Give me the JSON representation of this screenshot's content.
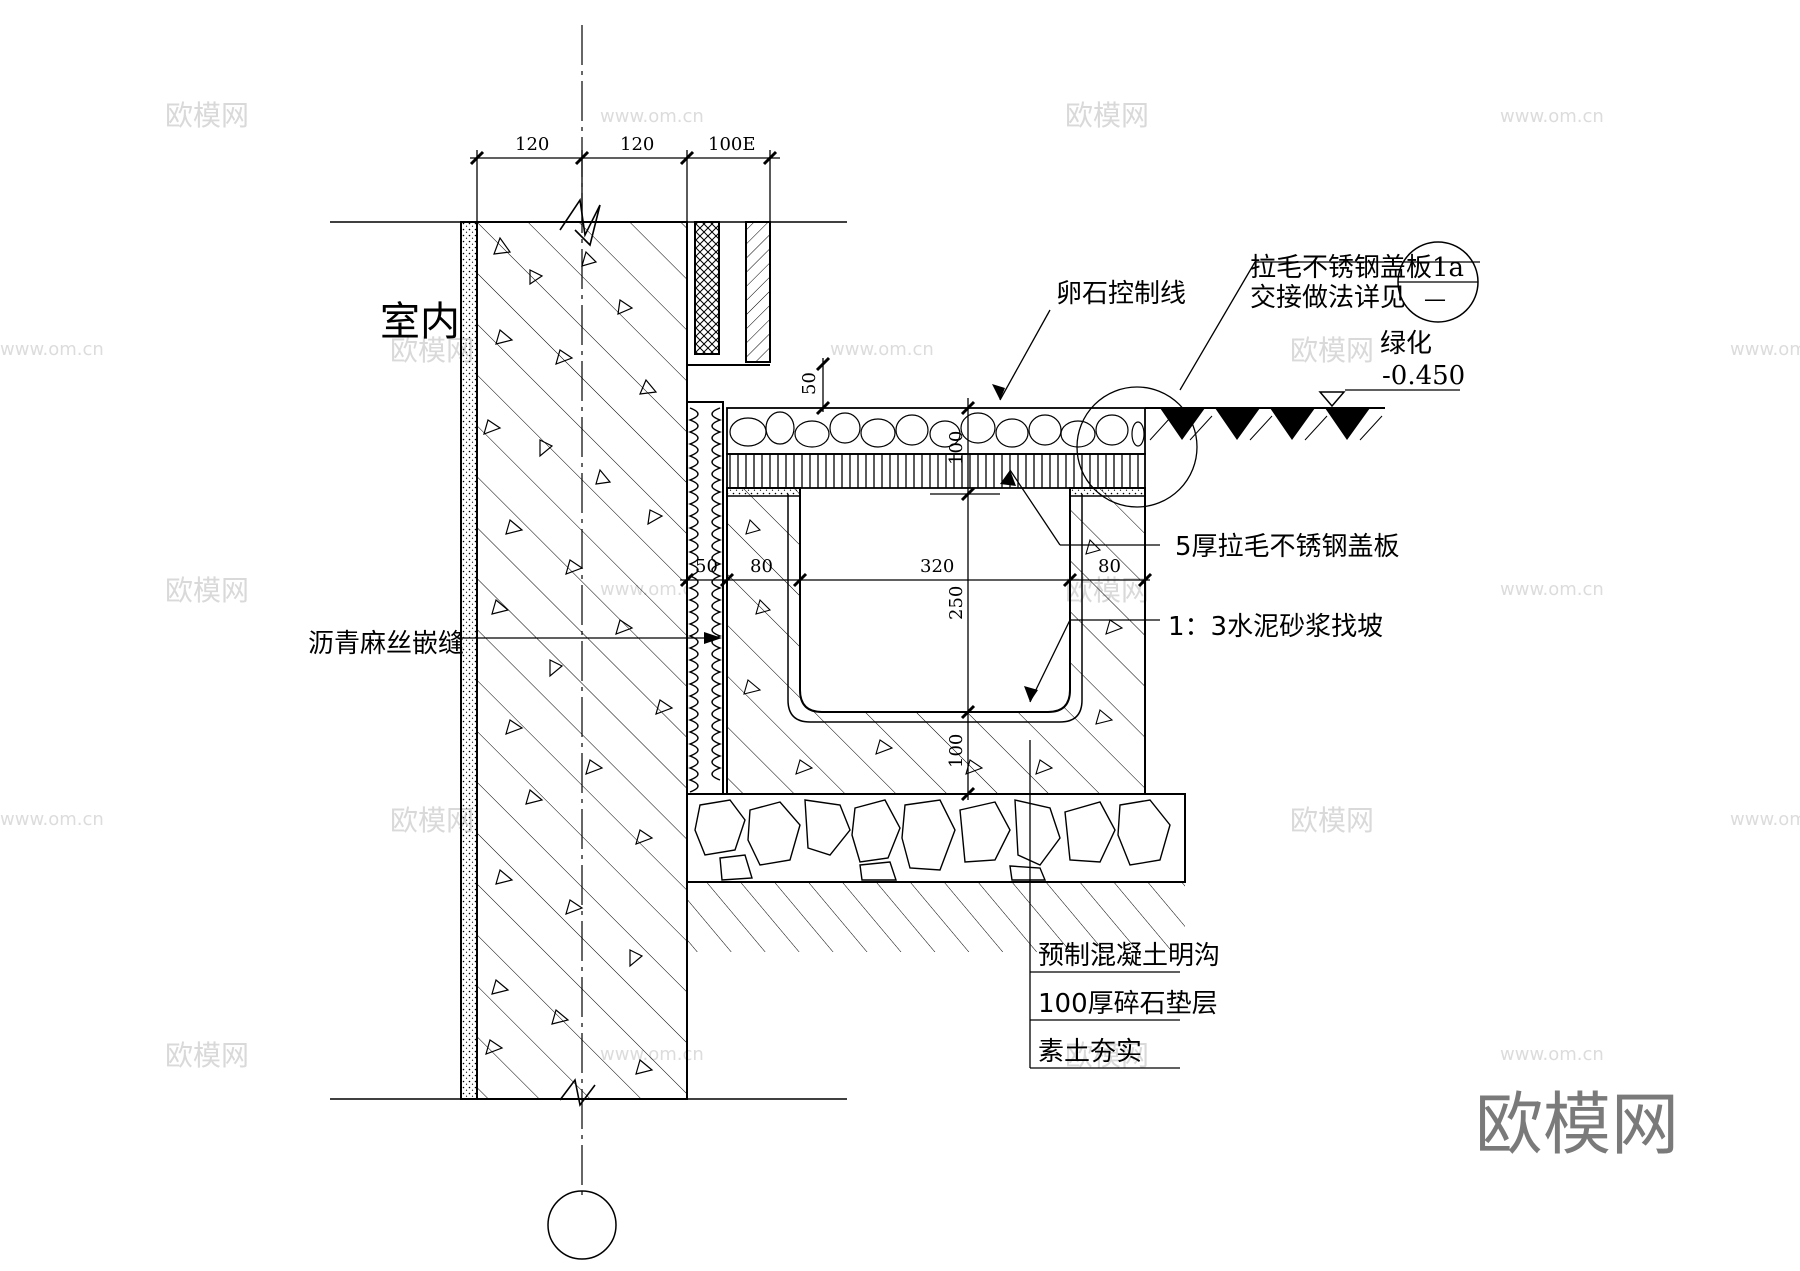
{
  "watermark": {
    "brand": "欧模网",
    "url": "www.om.cn"
  },
  "labels": {
    "indoor": "室内",
    "pebble_line": "卵石控制线",
    "cover_plate_ref_1": "拉毛不锈钢盖板",
    "cover_plate_ref_2": "交接做法详见",
    "detail_number": "1a",
    "detail_sheet": "—",
    "greening": "绿化",
    "greening_level": "-0.450",
    "steel_plate": "5厚拉毛不锈钢盖板",
    "mortar": "1：3水泥砂浆找坡",
    "asphalt_joint": "沥青麻丝嵌缝",
    "layer_1": "预制混凝土明沟",
    "layer_2": "100厚碎石垫层",
    "layer_3": "素土夯实"
  },
  "dimensions": {
    "top_1": "120",
    "top_2": "120",
    "top_3": "100E",
    "pebble_height": "50",
    "cover_height": "100",
    "joint_width": "50",
    "wall_left": "80",
    "channel_width": "320",
    "wall_right": "80",
    "channel_depth": "250",
    "base_thickness": "100"
  }
}
